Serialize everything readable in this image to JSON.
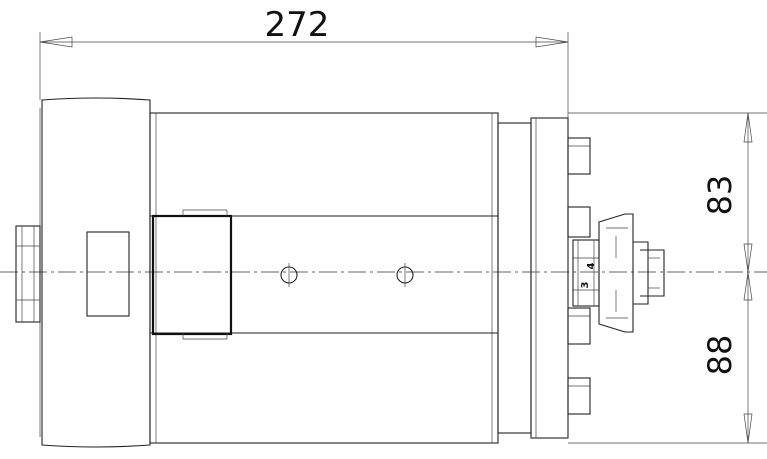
{
  "dimensions": {
    "overall_length": "272",
    "upper_height": "83",
    "lower_height": "88"
  },
  "scale_marks": {
    "mark_a": "4",
    "mark_b": "3"
  },
  "colors": {
    "line": "#222222",
    "background": "#ffffff"
  }
}
